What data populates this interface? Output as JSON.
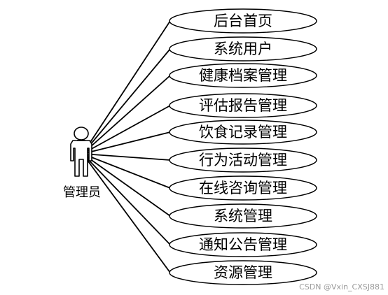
{
  "actor": {
    "label": "管理员",
    "icon": "person-icon"
  },
  "use_cases": [
    {
      "label": "后台首页"
    },
    {
      "label": "系统用户"
    },
    {
      "label": "健康档案管理"
    },
    {
      "label": "评估报告管理"
    },
    {
      "label": "饮食记录管理"
    },
    {
      "label": "行为活动管理"
    },
    {
      "label": "在线咨询管理"
    },
    {
      "label": "系统管理"
    },
    {
      "label": "通知公告管理"
    },
    {
      "label": "资源管理"
    }
  ],
  "watermark": "CSDN @Vxin_CXSJ881",
  "colors": {
    "line": "#000000",
    "ellipse_fill": "#ffffff",
    "watermark": "#9a9a9a"
  }
}
